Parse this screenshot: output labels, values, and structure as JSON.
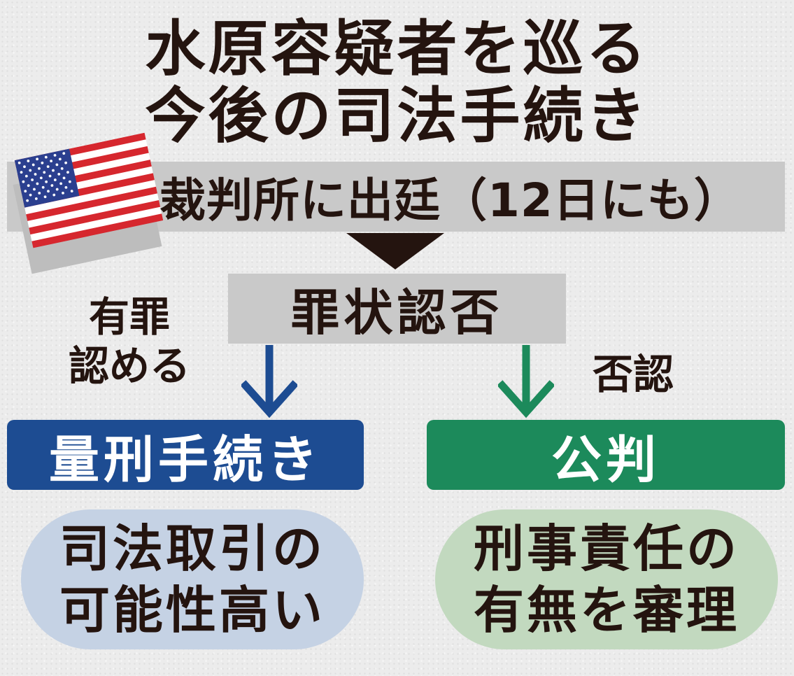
{
  "title": {
    "line1": "水原容疑者を巡る",
    "line2": "今後の司法手続き"
  },
  "court": {
    "text": "裁判所に出廷（12日にも）",
    "flag_icon": "us-flag-icon"
  },
  "plea": {
    "text": "罪状認否"
  },
  "branches": {
    "left": {
      "label_line1": "有罪",
      "label_line2": "認める",
      "result": "量刑手続き",
      "outcome_line1": "司法取引の",
      "outcome_line2": "可能性高い"
    },
    "right": {
      "label": "否認",
      "result": "公判",
      "outcome_line1": "刑事責任の",
      "outcome_line2": "有無を審理"
    }
  },
  "colors": {
    "band_gray": "#c9c9c9",
    "arrow_black": "#24140f",
    "left_blue": "#1d4c92",
    "right_green": "#1c8a5b",
    "outcome_left_bg": "#c5d2e4",
    "outcome_right_bg": "#c2d9bf",
    "flag_red": "#d6272e",
    "flag_blue": "#2b3f8f"
  }
}
